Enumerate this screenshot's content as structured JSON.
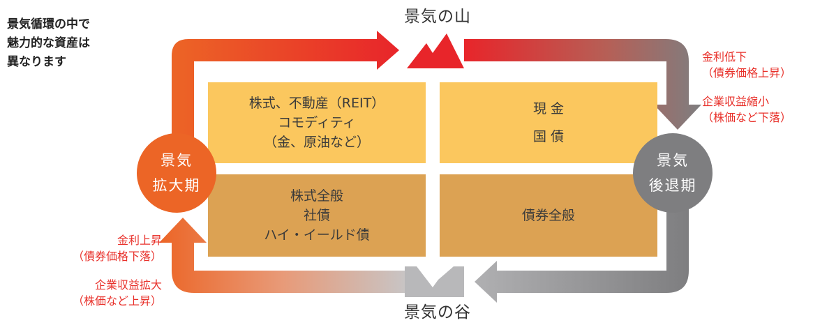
{
  "intro_lines": [
    "景気循環の中で",
    "魅力的な資産は",
    "異なります"
  ],
  "peak_label": "景気の山",
  "valley_label": "景気の谷",
  "expansion_circle": [
    "景気",
    "拡大期"
  ],
  "recession_circle": [
    "景気",
    "後退期"
  ],
  "top_right_notes": {
    "rates": [
      "金利低下",
      "（債券価格上昇）"
    ],
    "earnings": [
      "企業収益縮小",
      "（株価など下落）"
    ]
  },
  "bottom_left_notes": {
    "rates": [
      "金利上昇",
      "（債券価格下落）"
    ],
    "earnings": [
      "企業収益拡大",
      "（株価など上昇）"
    ]
  },
  "quadrants": {
    "top_left": [
      "株式、不動産（REIT）",
      "コモディティ",
      "（金、原油など）"
    ],
    "top_right": [
      "現 金",
      "国 債"
    ],
    "bottom_left": [
      "株式全般",
      "社債",
      "ハイ・イールド債"
    ],
    "bottom_right": [
      "債券全般"
    ]
  },
  "colors": {
    "expansion": "#ec6526",
    "recession": "#7e7e80",
    "peak": "#e8252a",
    "valley": "#b8b8ba",
    "note_red": "#e8302a",
    "quadrant_top": "#fbc75e",
    "quadrant_bottom": "#dca253"
  }
}
